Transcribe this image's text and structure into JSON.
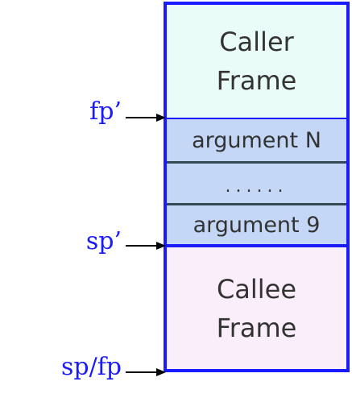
{
  "stack": {
    "caller_line1": "Caller",
    "caller_line2": "Frame",
    "argument_n": "argument N",
    "dots": "......",
    "argument_9": "argument 9",
    "callee_line1": "Callee",
    "callee_line2": "Frame"
  },
  "pointers": {
    "fp_prime": "fp’",
    "sp_prime": "sp’",
    "sp_fp": "sp/fp"
  },
  "colors": {
    "frame_border": "#1a1aff",
    "caller_fill": "#e9fcf8",
    "argument_fill": "#c4d7f7",
    "callee_fill": "#faeefa",
    "label_color": "#1a1aff"
  }
}
